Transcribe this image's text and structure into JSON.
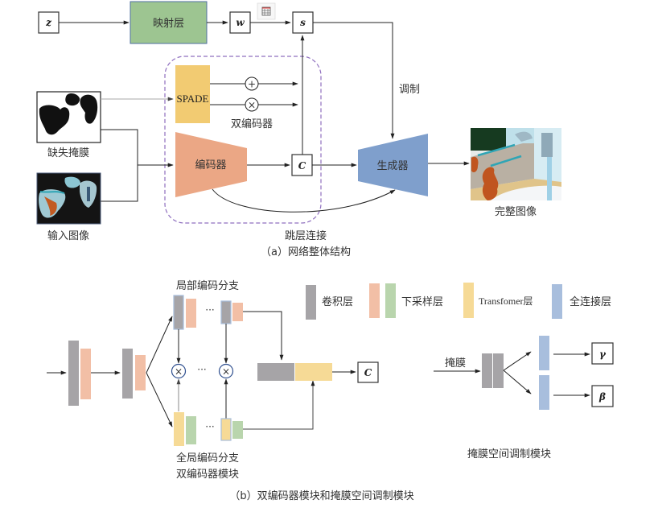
{
  "part_a": {
    "caption": "（a）网络整体结构",
    "nodes": {
      "z": "z",
      "mapping": "映射层",
      "w": "w",
      "s": "s",
      "spade": "SPADE",
      "dual_encoder": "双编码器",
      "encoder": "编码器",
      "concat": "C",
      "generator": "生成器",
      "modulation": "调制",
      "skip": "跳层连接",
      "mask_label": "缺失掩膜",
      "input_label": "输入图像",
      "output_label": "完整图像",
      "plus": "+",
      "times": "×"
    },
    "colors": {
      "mapping": "#9dc591",
      "spade": "#f2cb72",
      "encoder": "#eba785",
      "generator": "#7f9fcc",
      "dashed": "#8f6fbf"
    }
  },
  "part_b": {
    "caption": "（b）双编码器模块和掩膜空间调制模块",
    "local_branch": "局部编码分支",
    "global_branch": "全局编码分支",
    "dual_module": "双编码器模块",
    "mask_module": "掩膜空间调制模块",
    "mask_input": "掩膜",
    "concat": "C",
    "gamma": "γ",
    "beta": "β",
    "ellipsis": "···",
    "times": "×",
    "legend": [
      {
        "label": "卷积层",
        "colors": [
          "#a6a4a7"
        ]
      },
      {
        "label": "下采样层",
        "colors": [
          "#f2bfa6",
          "#b9d5ad"
        ]
      },
      {
        "label": "Transfomer层",
        "colors": [
          "#f6da96"
        ]
      },
      {
        "label": "全连接层",
        "colors": [
          "#a8bedd"
        ]
      }
    ]
  }
}
